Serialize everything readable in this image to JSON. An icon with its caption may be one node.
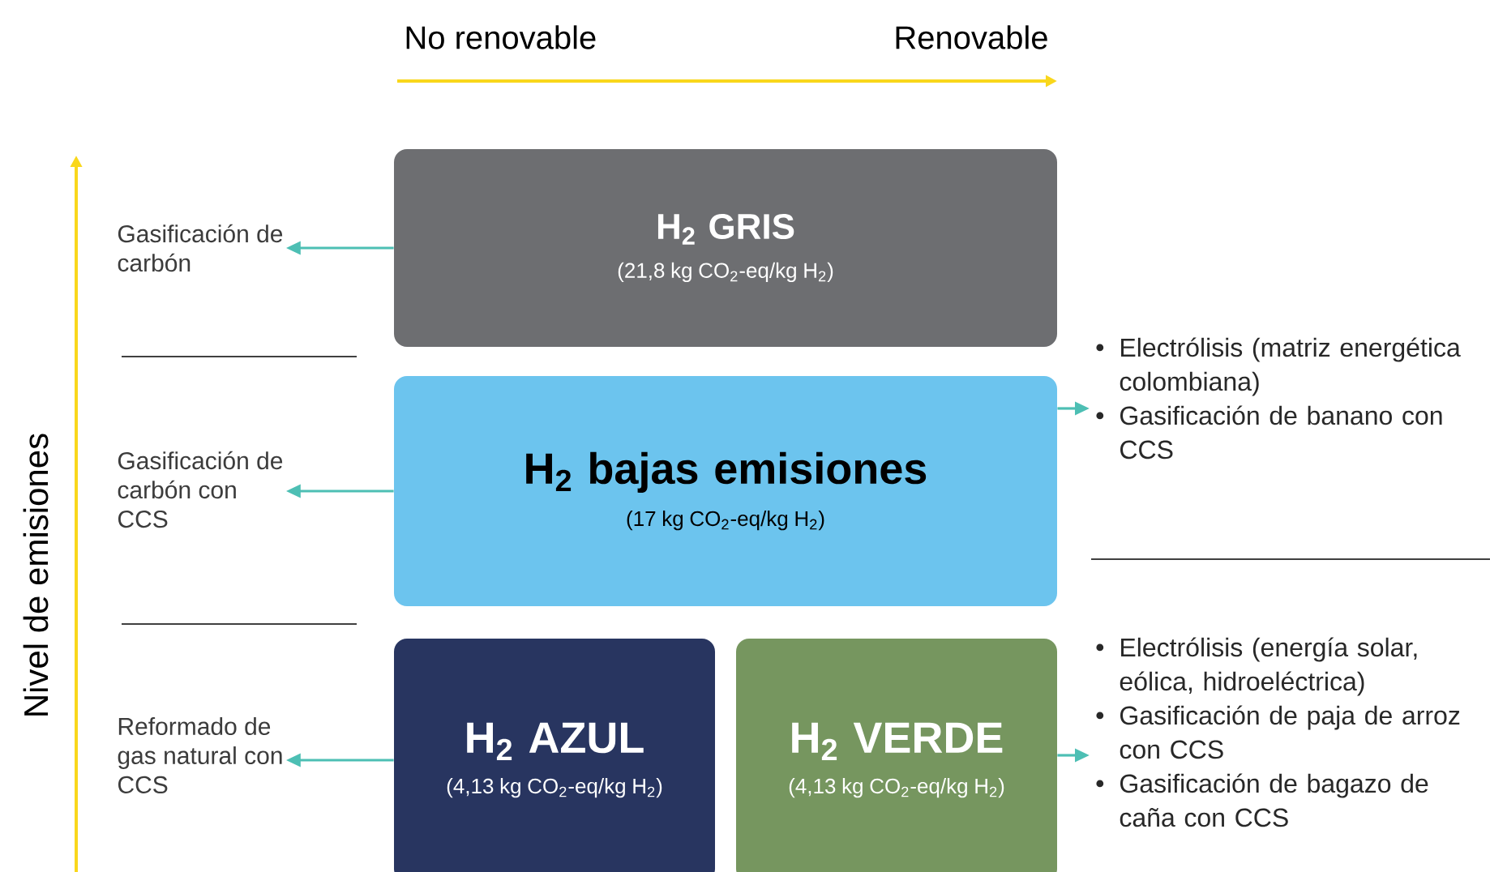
{
  "diagram": {
    "nodes": [
      {
        "text": [
          "H$_{2}$ GRIS",
          "(21,8 kg CO$_{2}$-eq/kg H$_{2}$)"
        ]
      },
      {
        "text": [
          "H$_{2}$ bajas emisiones",
          "(17 kg CO$_{2}$-eq/kg H$_{2}$)"
        ]
      },
      {
        "text": [
          "H$_{2}$ AZUL",
          "(4,13 kg CO$_{2}$-eq/kg H$_{2}$)"
        ]
      },
      {
        "text": [
          "H$_{2}$ VERDE",
          "(4,13 kg CO$_{2}$-eq/kg H$_{2}$)"
        ]
      },
      {
        "text": [
          "Gasificación de carbón"
        ]
      },
      {
        "text": [
          "Gasificación de carbón con CCS"
        ]
      },
      {
        "text": [
          "Reformado de gas natural con CCS"
        ]
      },
      {
        "text": [
          "Electrólisis (matriz energética colombiana)",
          "Gasificación de banano con CCS"
        ]
      },
      {
        "text": [
          "Electrólisis (energía solar, eólica, hidroeléctrica)",
          "Gasificación de paja de arroz con CCS",
          "Gasificación de bagazo de caña con CCS"
        ]
      }
    ],
    "edges": [
      {
        "from": 0,
        "to": 4,
        "arrow": "to"
      },
      {
        "from": 1,
        "to": 5,
        "arrow": "to"
      },
      {
        "from": 2,
        "to": 6,
        "arrow": "to"
      },
      {
        "from": 1,
        "to": 7,
        "arrow": "to"
      },
      {
        "from": 3,
        "to": 8,
        "arrow": "to"
      }
    ],
    "labels": [
      "No renovable",
      "Renovable",
      "Nivel de emisiones"
    ]
  }
}
